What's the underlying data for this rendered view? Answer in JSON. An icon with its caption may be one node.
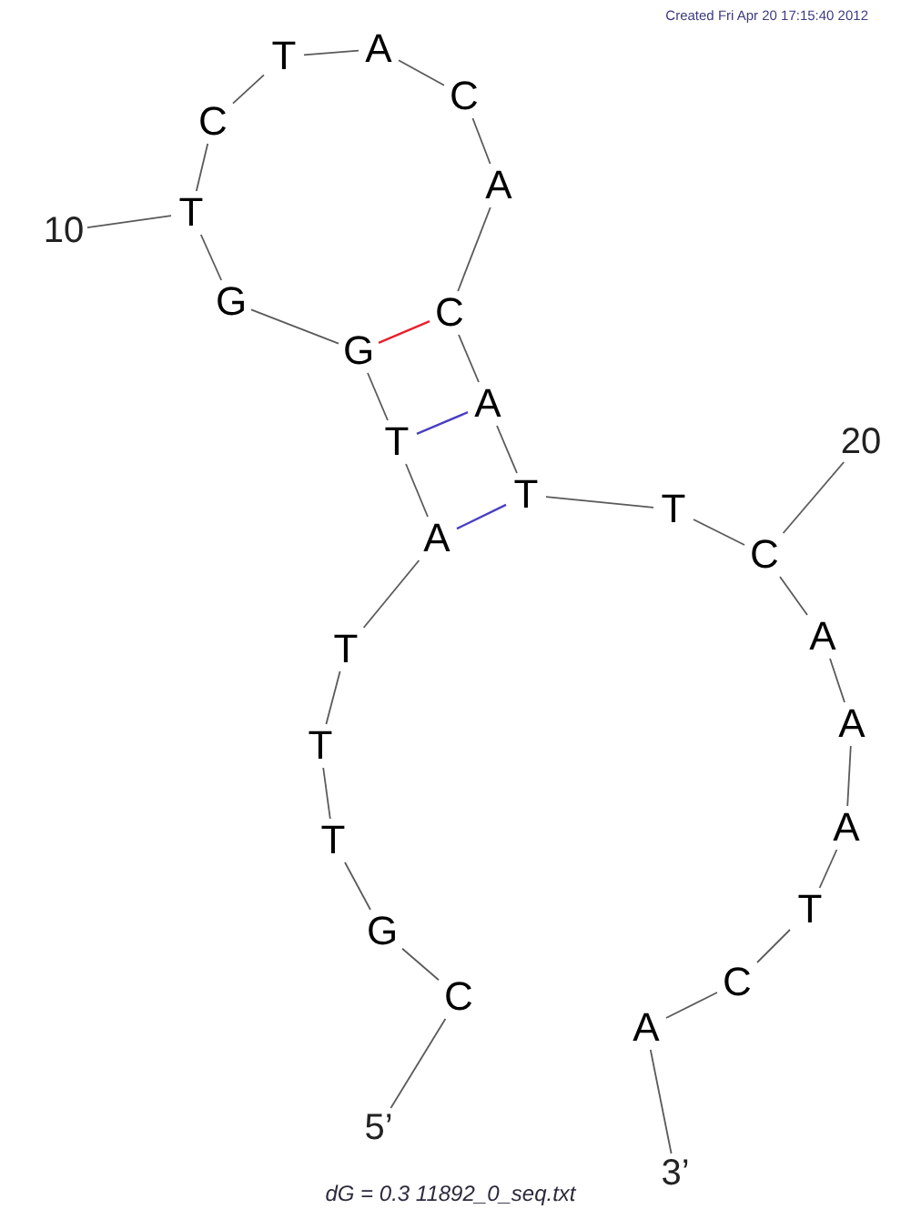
{
  "diagram": {
    "caption": "dG = 0.3 11892_0_seq.txt",
    "nodes": [
      {
        "text": [
          "C"
        ]
      },
      {
        "text": [
          "G"
        ]
      },
      {
        "text": [
          "T"
        ]
      },
      {
        "text": [
          "T"
        ]
      },
      {
        "text": [
          "T"
        ]
      },
      {
        "text": [
          "A"
        ]
      },
      {
        "text": [
          "T"
        ]
      },
      {
        "text": [
          "G"
        ]
      },
      {
        "text": [
          "G"
        ]
      },
      {
        "text": [
          "T"
        ]
      },
      {
        "text": [
          "C"
        ]
      },
      {
        "text": [
          "T"
        ]
      },
      {
        "text": [
          "A"
        ]
      },
      {
        "text": [
          "C"
        ]
      },
      {
        "text": [
          "A"
        ]
      },
      {
        "text": [
          "C"
        ]
      },
      {
        "text": [
          "A"
        ]
      },
      {
        "text": [
          "T"
        ]
      },
      {
        "text": [
          "T"
        ]
      },
      {
        "text": [
          "C"
        ]
      },
      {
        "text": [
          "A"
        ]
      },
      {
        "text": [
          "A"
        ]
      },
      {
        "text": [
          "A"
        ]
      },
      {
        "text": [
          "T"
        ]
      },
      {
        "text": [
          "C"
        ]
      },
      {
        "text": [
          "A"
        ]
      },
      {
        "text": [
          "10"
        ]
      },
      {
        "text": [
          "20"
        ]
      },
      {
        "text": [
          "5’"
        ]
      },
      {
        "text": [
          "3’"
        ]
      }
    ],
    "edges": [
      {
        "from": 0,
        "to": 1,
        "arrow": "none"
      },
      {
        "from": 1,
        "to": 2,
        "arrow": "none"
      },
      {
        "from": 2,
        "to": 3,
        "arrow": "none"
      },
      {
        "from": 3,
        "to": 4,
        "arrow": "none"
      },
      {
        "from": 4,
        "to": 5,
        "arrow": "none"
      },
      {
        "from": 5,
        "to": 6,
        "arrow": "none"
      },
      {
        "from": 6,
        "to": 7,
        "arrow": "none"
      },
      {
        "from": 7,
        "to": 8,
        "arrow": "none"
      },
      {
        "from": 8,
        "to": 9,
        "arrow": "none"
      },
      {
        "from": 9,
        "to": 10,
        "arrow": "none"
      },
      {
        "from": 10,
        "to": 11,
        "arrow": "none"
      },
      {
        "from": 11,
        "to": 12,
        "arrow": "none"
      },
      {
        "from": 12,
        "to": 13,
        "arrow": "none"
      },
      {
        "from": 13,
        "to": 14,
        "arrow": "none"
      },
      {
        "from": 14,
        "to": 15,
        "arrow": "none"
      },
      {
        "from": 15,
        "to": 16,
        "arrow": "none"
      },
      {
        "from": 16,
        "to": 17,
        "arrow": "none"
      },
      {
        "from": 17,
        "to": 18,
        "arrow": "none"
      },
      {
        "from": 18,
        "to": 19,
        "arrow": "none"
      },
      {
        "from": 19,
        "to": 20,
        "arrow": "none"
      },
      {
        "from": 20,
        "to": 21,
        "arrow": "none"
      },
      {
        "from": 21,
        "to": 22,
        "arrow": "none"
      },
      {
        "from": 22,
        "to": 23,
        "arrow": "none"
      },
      {
        "from": 23,
        "to": 24,
        "arrow": "none"
      },
      {
        "from": 24,
        "to": 25,
        "arrow": "none"
      },
      {
        "from": 7,
        "to": 15,
        "arrow": "none",
        "color": "#e8202a"
      },
      {
        "from": 6,
        "to": 16,
        "arrow": "none",
        "color": "#4b3fc2"
      },
      {
        "from": 5,
        "to": 17,
        "arrow": "none",
        "color": "#4b3fc2"
      },
      {
        "from": 26,
        "to": 9,
        "arrow": "none"
      },
      {
        "from": 27,
        "to": 19,
        "arrow": "none"
      },
      {
        "from": 28,
        "to": 0,
        "arrow": "none"
      },
      {
        "from": 29,
        "to": 25,
        "arrow": "none"
      }
    ],
    "labels": [
      "Created Fri Apr 20 17:15:40 2012"
    ]
  }
}
